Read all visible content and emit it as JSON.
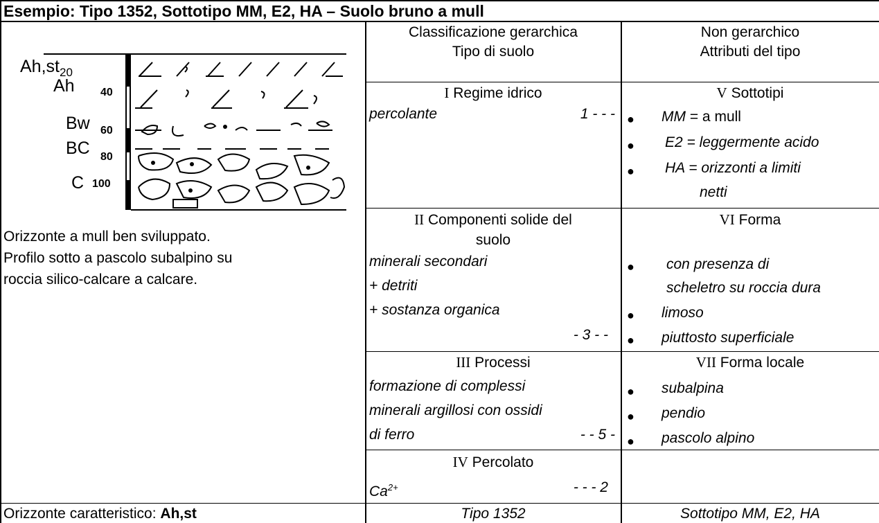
{
  "title": "Esempio: Tipo 1352, Sottotipo MM, E2, HA – Suolo bruno a mull",
  "profile": {
    "horizons": [
      {
        "label": "Ah,st",
        "sub": "20"
      },
      {
        "label": "Ah",
        "depth": "40"
      },
      {
        "label": "Bw",
        "depth": "60"
      },
      {
        "label": "BC",
        "depth": "80"
      },
      {
        "label": "C",
        "depth": "100"
      }
    ],
    "description": [
      "Orizzonte a mull ben sviluppato.",
      "Profilo sotto a pascolo subalpino su",
      "roccia silico-calcare a calcare."
    ],
    "footer_prefix": "Orizzonte caratteristico: ",
    "footer_value": "Ah,st"
  },
  "header": {
    "col2_line1": "Classificazione gerarchica",
    "col2_line2": "Tipo di suolo",
    "col3_line1": "Non gerarchico",
    "col3_line2": "Attributi del tipo"
  },
  "section1": {
    "numeral": "I",
    "title": "Regime idrico",
    "value": "percolante",
    "code": "1 - - -"
  },
  "section5": {
    "numeral": "V",
    "title": "Sottotipi",
    "items": [
      {
        "code": "MM",
        "text": " = a mull"
      },
      {
        "code": "",
        "text": "E2 = leggermente acido"
      },
      {
        "code": "",
        "text": "HA = orizzonti a limiti"
      },
      {
        "code": "",
        "text": "netti"
      }
    ]
  },
  "section2": {
    "numeral": "II",
    "title_line1": "Componenti solide del",
    "title_line2": "suolo",
    "lines": [
      "minerali secondari",
      "+ detriti",
      "+ sostanza organica"
    ],
    "code": "- 3 - -"
  },
  "section6": {
    "numeral": "VI",
    "title": "Forma",
    "items": [
      "con presenza di",
      "scheletro su roccia dura",
      "limoso",
      "piuttosto superficiale"
    ]
  },
  "section3": {
    "numeral": "III",
    "title": "Processi",
    "lines": [
      "formazione di complessi",
      "minerali argillosi con ossidi",
      "di ferro"
    ],
    "code": "- - 5 -"
  },
  "section7": {
    "numeral": "VII",
    "title": "Forma locale",
    "items": [
      "subalpina",
      "pendio",
      "pascolo alpino"
    ]
  },
  "section4": {
    "numeral": "IV",
    "title": "Percolato",
    "value": "Ca",
    "value_sup": "2+",
    "code": "- - - 2"
  },
  "footer": {
    "type": "Tipo 1352",
    "subtype": "Sottotipo MM, E2, HA"
  }
}
